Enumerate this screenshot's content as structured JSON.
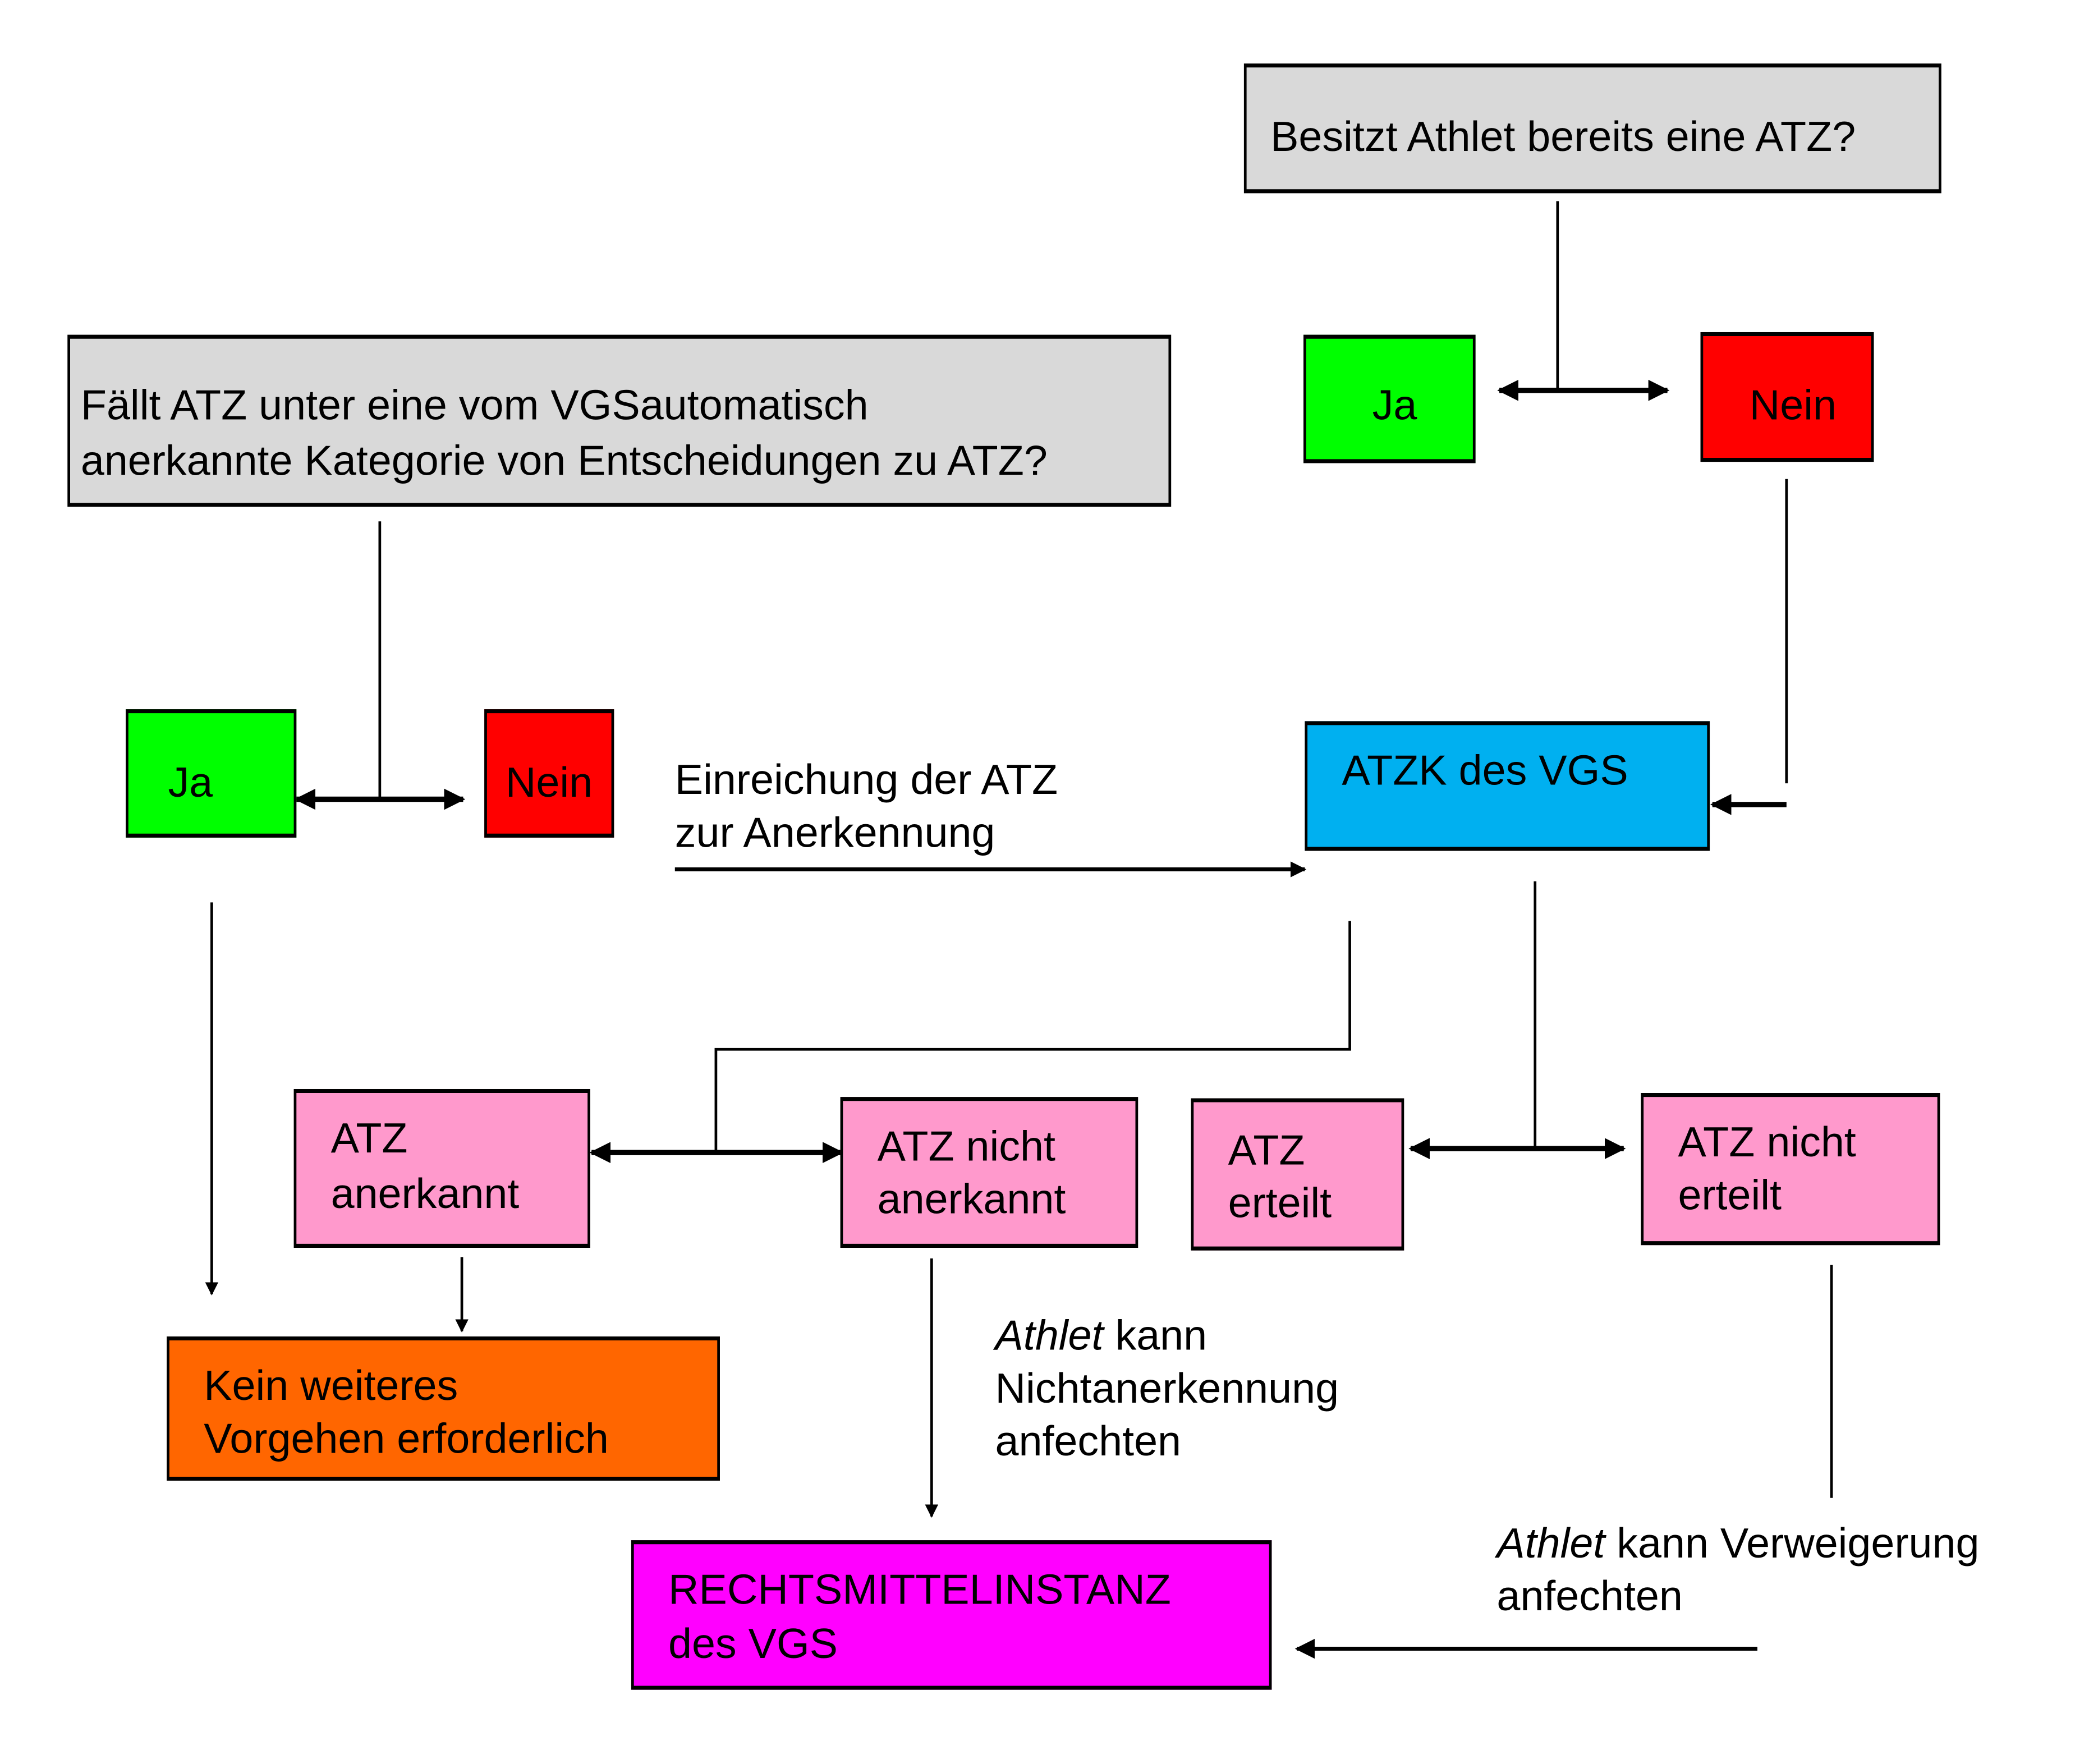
{
  "diagram": {
    "nodes": {
      "q_has_tue": {
        "text": "Besitzt Athlet bereits eine ATZ?",
        "color": "#d9d9d9"
      },
      "top_ja": {
        "text": "Ja",
        "color": "#00ff00"
      },
      "top_nein": {
        "text": "Nein",
        "color": "#ff0000"
      },
      "q_category": {
        "line1": "Fällt ATZ unter eine vom VGSautomatisch",
        "line2": "anerkannte Kategorie von Entscheidungen zu ATZ?",
        "color": "#d9d9d9"
      },
      "left_ja": {
        "text": "Ja",
        "color": "#00ff00"
      },
      "left_nein": {
        "text": "Nein",
        "color": "#ff0000"
      },
      "atzk": {
        "text": "ATZK des VGS",
        "color": "#00b0f0"
      },
      "atz_anerkannt": {
        "line1": "ATZ",
        "line2": "anerkannt",
        "color": "#ff99cc"
      },
      "atz_nicht_anerkannt": {
        "line1": "ATZ nicht",
        "line2": "anerkannt",
        "color": "#ff99cc"
      },
      "atz_erteilt": {
        "line1": "ATZ",
        "line2": "erteilt",
        "color": "#ff99cc"
      },
      "atz_nicht_erteilt": {
        "line1": "ATZ nicht",
        "line2": "erteilt",
        "color": "#ff99cc"
      },
      "kein_vorgehen": {
        "line1": "Kein weiteres",
        "line2": "Vorgehen erforderlich",
        "color": "#ff6600"
      },
      "rechtsmittel": {
        "line1": "RECHTSMITTELINSTANZ",
        "line2": "des VGS",
        "color": "#ff00ff"
      }
    },
    "labels": {
      "einreichung": {
        "line1": "Einreichung der ATZ",
        "line2": "zur Anerkennung"
      },
      "anfechten_nichtanerkennung": {
        "italic": "Athlet",
        "rest1": " kann",
        "line2": "Nichtanerkennung",
        "line3": "anfechten"
      },
      "anfechten_verweigerung": {
        "italic": "Athlet",
        "rest1": " kann Verweigerung",
        "line2": "anfechten"
      }
    }
  }
}
